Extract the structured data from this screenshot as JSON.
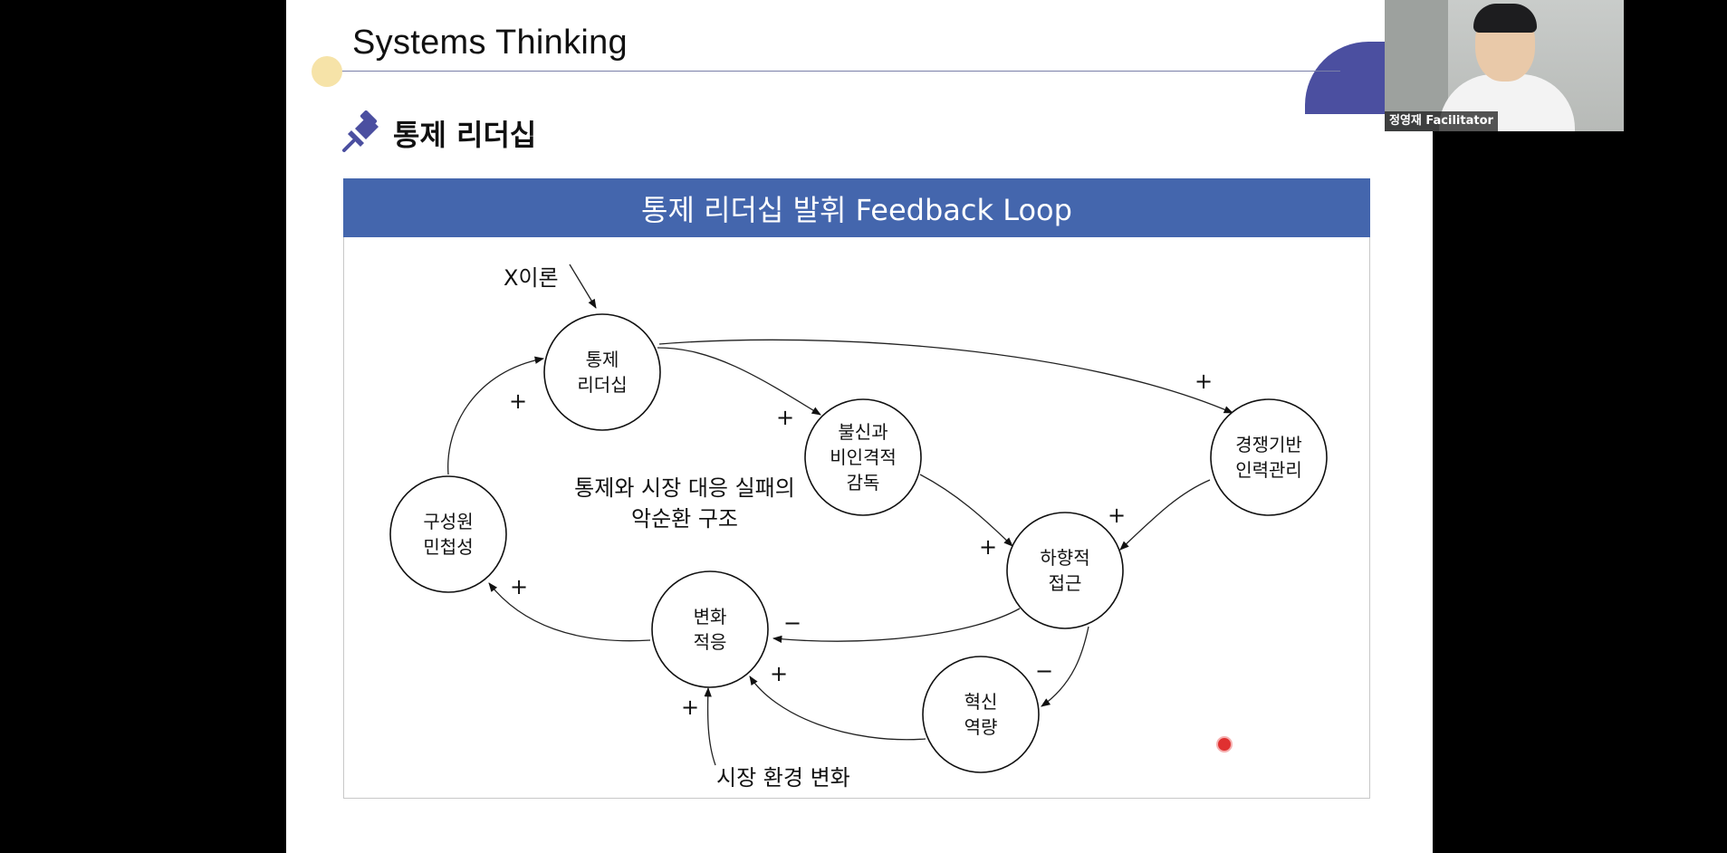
{
  "slide": {
    "title": "Systems Thinking",
    "subtitle": "통제 리더십",
    "panel_title": "통제 리더십 발휘 Feedback Loop"
  },
  "diagram": {
    "nodes": [
      {
        "id": "control",
        "label": "통제\n리더십"
      },
      {
        "id": "distrust",
        "label": "불신과\n비인격적\n감독"
      },
      {
        "id": "competitive",
        "label": "경쟁기반\n인력관리"
      },
      {
        "id": "topdown",
        "label": "하향적\n접근"
      },
      {
        "id": "innovation",
        "label": "혁신\n역량"
      },
      {
        "id": "adaptation",
        "label": "변화\n적응"
      },
      {
        "id": "agility",
        "label": "구성원\n민첩성"
      }
    ],
    "external_inputs": {
      "theory_x": "X이론",
      "market_change": "시장 환경 변화"
    },
    "center_caption": "통제와 시장 대응 실패의\n악순환 구조",
    "link_signs": {
      "agility_to_control": "+",
      "control_to_distrust": "+",
      "control_to_competitive": "+",
      "competitive_to_topdown": "+",
      "distrust_to_topdown": "+",
      "topdown_to_adaptation": "−",
      "topdown_to_innovation": "−",
      "innovation_to_adaptation": "+",
      "market_to_adaptation": "+",
      "adaptation_to_agility": "+"
    }
  },
  "webcam": {
    "participant_name": "정영재 Facilitator"
  },
  "colors": {
    "header_blue": "#4466ad",
    "accent_purple": "#4b4fa0",
    "deco_yellow": "#f6e3a8",
    "cursor_red": "#e03030"
  }
}
